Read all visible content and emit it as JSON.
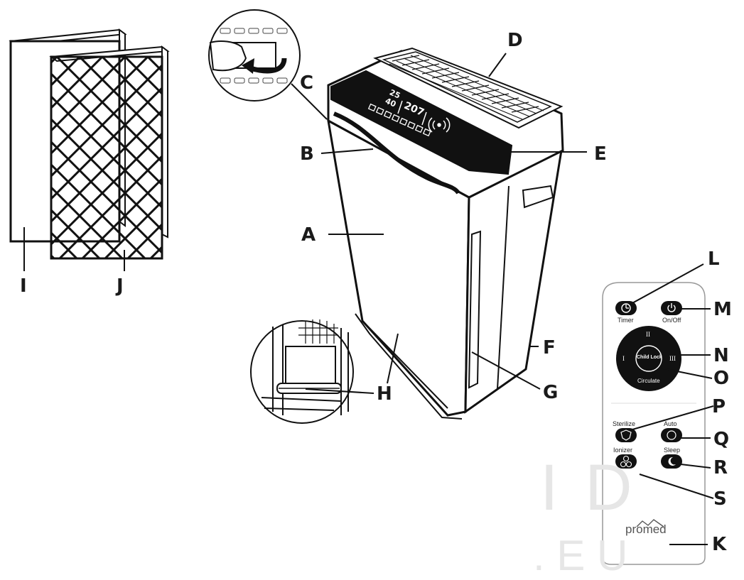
{
  "callouts": {
    "A": "A",
    "B": "B",
    "C": "C",
    "D": "D",
    "E": "E",
    "F": "F",
    "G": "G",
    "H": "H",
    "I": "I",
    "J": "J",
    "K": "K",
    "L": "L",
    "M": "M",
    "N": "N",
    "O": "O",
    "P": "P",
    "Q": "Q",
    "R": "R",
    "S": "S"
  },
  "display": {
    "pm25": "25",
    "pm10": "40",
    "aqi": "207"
  },
  "remote": {
    "timer_label": "Timer",
    "onoff_label": "On/Off",
    "speed_top": "II",
    "speed_left": "I",
    "speed_right": "III",
    "child_lock_label": "Child Lock",
    "circulate_label": "Circulate",
    "sterilize_label": "Sterilize",
    "auto_label": "Auto",
    "ionizer_label": "Ionizer",
    "sleep_label": "Sleep",
    "brand": "promed"
  },
  "watermark": {
    "line1": "I D",
    "line2": ". E U"
  }
}
